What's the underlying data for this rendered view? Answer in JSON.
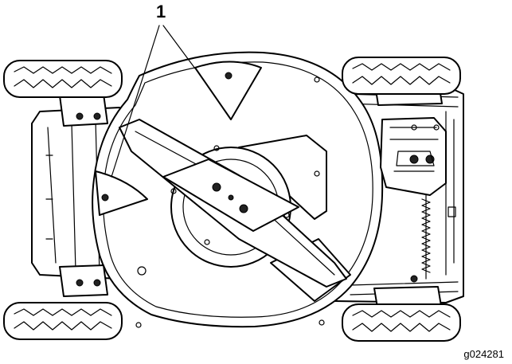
{
  "callout": {
    "number": "1"
  },
  "figure": {
    "id": "g024281"
  },
  "colors": {
    "line": "#000000",
    "background": "#ffffff",
    "dark_parts": "#222222"
  },
  "parts": [
    "wheel-front-left",
    "wheel-front-right",
    "wheel-rear-left",
    "wheel-rear-right",
    "mower-deck",
    "cutting-blade",
    "blade-bolt",
    "air-lifts",
    "engine-housing",
    "drive-belt-spring",
    "transmission"
  ]
}
